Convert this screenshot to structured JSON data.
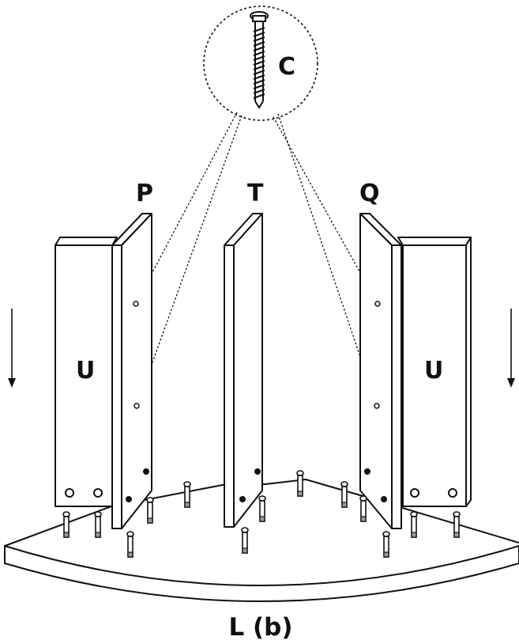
{
  "labels": {
    "screw": "C",
    "panel_left": "P",
    "panel_middle": "T",
    "panel_right": "Q",
    "side_left": "U",
    "side_right": "U",
    "base": "L (b)"
  },
  "colors": {
    "stroke": "#111111",
    "fill": "#ffffff",
    "dowel_tip": "#9a9a9a"
  },
  "icons": {
    "left_arrow": "arrow-down-icon",
    "right_arrow": "arrow-down-icon",
    "screw": "screw-icon"
  }
}
